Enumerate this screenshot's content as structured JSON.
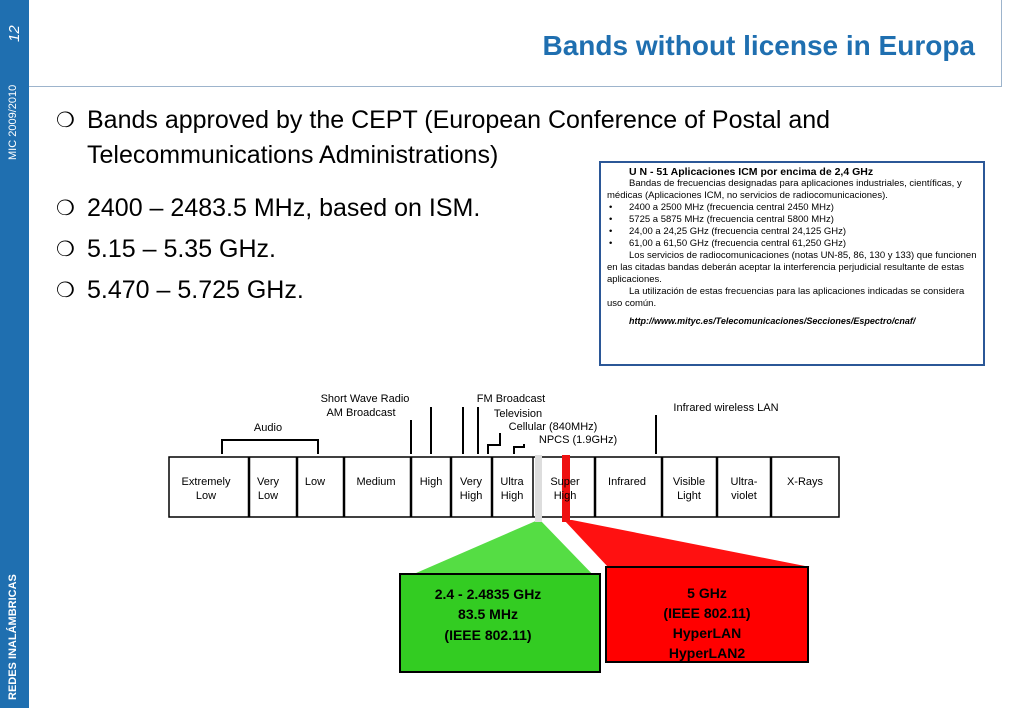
{
  "sidebar": {
    "page_number": "12",
    "course": "MIC 2009/2010",
    "subject": "REDES INALÁMBRICAS"
  },
  "title": "Bands without license in Europa",
  "bullets": [
    {
      "text": "Bands approved by the CEPT (European Conference of Postal and",
      "text2": "Telecommunications Administrations)"
    },
    {
      "text": "2400 – 2483.5 MHz, based on ISM."
    },
    {
      "text": "5.15 – 5.35 GHz."
    },
    {
      "text": "5.470 – 5.725 GHz."
    }
  ],
  "bullet_marker": "❍",
  "infobox": {
    "title": "U N - 51 Aplicaciones ICM por encima de 2,4 GHz",
    "para1": "Bandas de frecuencias designadas para aplicaciones industriales, científicas, y médicas (Aplicaciones ICM, no servicios de radiocomunicaciones).",
    "items": [
      "2400 a 2500 MHz (frecuencia central 2450 MHz)",
      "5725 a 5875 MHz (frecuencia central 5800 MHz)",
      "24,00 a 24,25 GHz (frecuencia central 24,125 GHz)",
      "61,00 a 61,50 GHz (frecuencia central 61,250 GHz)"
    ],
    "para2": "Los servicios de radiocomunicaciones (notas UN-85, 86, 130 y 133) que funcionen en las citadas bandas deberán aceptar la interferencia perjudicial resultante de estas aplicaciones.",
    "para3": "La utilización de estas frecuencias para las aplicaciones indicadas se considera uso común.",
    "url": "http://www.mityc.es/Telecomunicaciones/Secciones/Espectro/cnaf/"
  },
  "spectrum": {
    "bands": [
      {
        "l1": "Extremely",
        "l2": "Low"
      },
      {
        "l1": "Very",
        "l2": "Low"
      },
      {
        "l1": "Low",
        "l2": ""
      },
      {
        "l1": "Medium",
        "l2": ""
      },
      {
        "l1": "High",
        "l2": ""
      },
      {
        "l1": "Very",
        "l2": "High"
      },
      {
        "l1": "Ultra",
        "l2": "High"
      },
      {
        "l1": "Super",
        "l2": "High"
      },
      {
        "l1": "Infrared",
        "l2": ""
      },
      {
        "l1": "Visible",
        "l2": "Light"
      },
      {
        "l1": "Ultra-",
        "l2": "violet"
      },
      {
        "l1": "X-Rays",
        "l2": ""
      }
    ],
    "labels": {
      "audio": "Audio",
      "short_wave": "Short Wave Radio",
      "am": "AM Broadcast",
      "fm": "FM Broadcast",
      "tv": "Television",
      "cellular": "Cellular (840MHz)",
      "npcs": "NPCS (1.9GHz)",
      "infrared_lan": "Infrared wireless LAN"
    },
    "colors": {
      "green_band": "#dddddd",
      "red_band": "#ee1111"
    }
  },
  "callouts": {
    "green": {
      "line1": "2.4 - 2.4835 GHz",
      "line2": "83.5 MHz",
      "line3": "(IEEE 802.11)",
      "color": "#33cc22"
    },
    "red": {
      "line1": "5 GHz",
      "line2": "(IEEE 802.11)",
      "line3": "HyperLAN",
      "line4": "HyperLAN2",
      "color": "#ff0000"
    }
  },
  "colors": {
    "sidebar": "#1f6fb0",
    "title": "#1f6fb0",
    "infobox_border": "#2b5797"
  }
}
